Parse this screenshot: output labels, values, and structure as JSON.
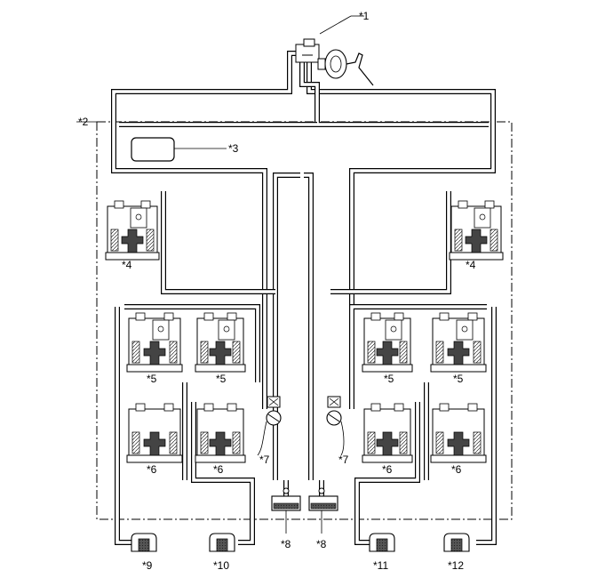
{
  "labels": {
    "l1": "*1",
    "l2": "*2",
    "l3": "*3",
    "l4a": "*4",
    "l4b": "*4",
    "l5a": "*5",
    "l5b": "*5",
    "l5c": "*5",
    "l5d": "*5",
    "l6a": "*6",
    "l6b": "*6",
    "l6c": "*6",
    "l6d": "*6",
    "l7a": "*7",
    "l7b": "*7",
    "l8a": "*8",
    "l8b": "*8",
    "l9": "*9",
    "l10": "*10",
    "l11": "*11",
    "l12": "*12"
  }
}
